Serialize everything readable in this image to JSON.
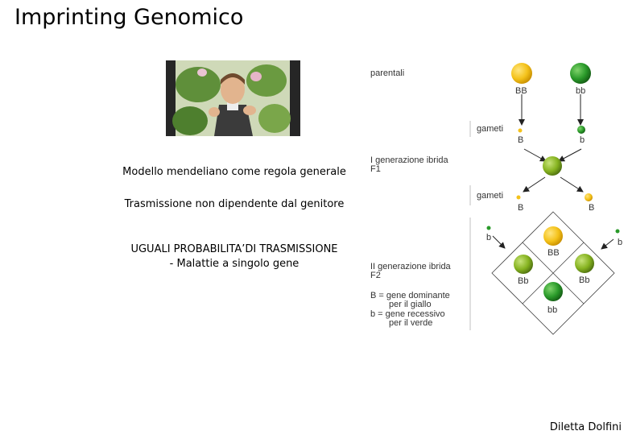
{
  "title": "Imprinting Genomico",
  "text": {
    "line1": "Modello mendeliano come regola generale",
    "line2": "Trasmissione non dipendente dal genitore",
    "line3a": "UGUALI PROBABILITA’DI TRASMISSIONE",
    "line3b": "- Malattie a singolo gene"
  },
  "diagram": {
    "parentali": "parentali",
    "bb_dom": "BB",
    "bb_rec": "bb",
    "gameti": "gameti",
    "gamete_B": "B",
    "gamete_b": "b",
    "gen1_a": "I generazione ibrida",
    "gen1_b": "F1",
    "gen2_a": "II generazione ibrida",
    "gen2_b": "F2",
    "legend1a": "B = gene dominante",
    "legend1b": "per il giallo",
    "legend2a": "b = gene recessivo",
    "legend2b": "per il verde",
    "grid_BB": "BB",
    "grid_Bb": "Bb",
    "grid_bb": "bb",
    "colors": {
      "yellow": "#f4c21a",
      "green": "#2a9a2a",
      "olive": "#86b320"
    }
  },
  "footer": "Diletta Dolfini"
}
